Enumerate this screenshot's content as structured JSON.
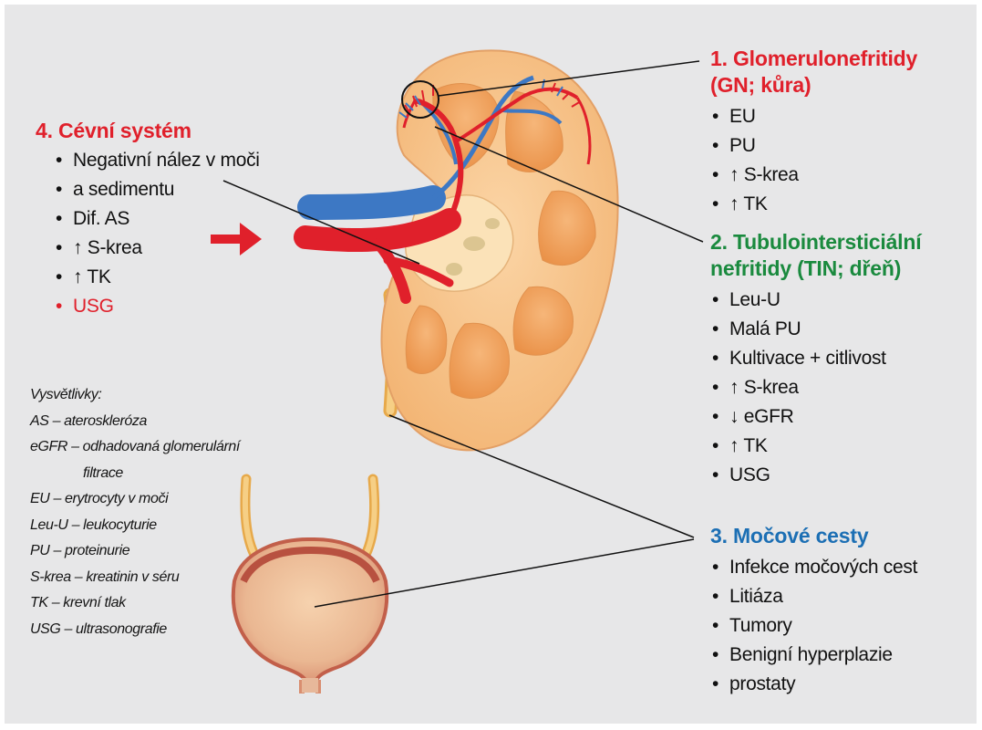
{
  "sections": {
    "gn": {
      "title1": "1. Glomerulonefritidy",
      "title2": "(GN; kůra)",
      "color": "#e0202b",
      "items": [
        "EU",
        "PU",
        "↑ S-krea",
        "↑ TK"
      ]
    },
    "tin": {
      "title1": "2. Tubulointersticiální",
      "title2": "nefritidy (TIN; dřeň)",
      "color": "#1a8a3e",
      "items": [
        "Leu-U",
        "Malá PU",
        "Kultivace + citlivost",
        "↑ S-krea",
        "↓ eGFR",
        "↑ TK",
        "USG"
      ]
    },
    "urinary": {
      "title": "3. Močové cesty",
      "color": "#1c6fb4",
      "items": [
        "Infekce močových cest",
        "Litiáza",
        "Tumory",
        "Benigní hyperplazie",
        "prostaty"
      ]
    },
    "vascular": {
      "title": "4. Cévní systém",
      "color": "#e0202b",
      "items": [
        "Negativní nález v moči",
        "a sedimentu",
        "Dif. AS",
        "↑ S-krea",
        "↑ TK",
        "USG"
      ]
    }
  },
  "legend": {
    "heading": "Vysvětlivky:",
    "lines": [
      "AS – ateroskleróza",
      "eGFR – odhadovaná glomerulární",
      "filtrace",
      "EU – erytrocyty v moči",
      "Leu-U – leukocyturie",
      "PU – proteinurie",
      "S-krea – kreatinin v séru",
      "TK – krevní tlak",
      "USG – ultrasonografie"
    ]
  },
  "colors": {
    "background": "#e7e7e8",
    "cortex": "#f7c48a",
    "medulla": "#ee9c55",
    "artery": "#e0202b",
    "vein": "#3d78c4",
    "ureter": "#f2c36f",
    "bladder": "#c8624f",
    "arrow": "#e0202b"
  },
  "icons": {
    "pointer": "right-arrow-icon"
  }
}
